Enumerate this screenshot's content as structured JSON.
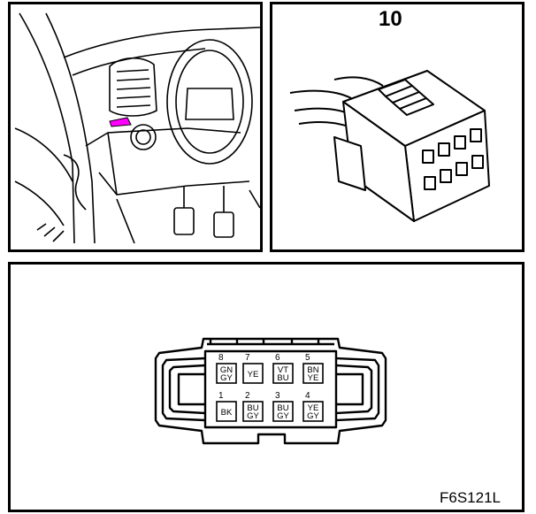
{
  "connector_number": "10",
  "figure_code": "F6S121L",
  "highlight_color": "#ff00ff",
  "pins_top": [
    {
      "number": "8",
      "wire": "GN\nGY"
    },
    {
      "number": "7",
      "wire": "YE"
    },
    {
      "number": "6",
      "wire": "VT\nBU"
    },
    {
      "number": "5",
      "wire": "BN\nYE"
    }
  ],
  "pins_bottom": [
    {
      "number": "1",
      "wire": "BK"
    },
    {
      "number": "2",
      "wire": "BU\nGY"
    },
    {
      "number": "3",
      "wire": "BU\nGY"
    },
    {
      "number": "4",
      "wire": "YE\nGY"
    }
  ]
}
